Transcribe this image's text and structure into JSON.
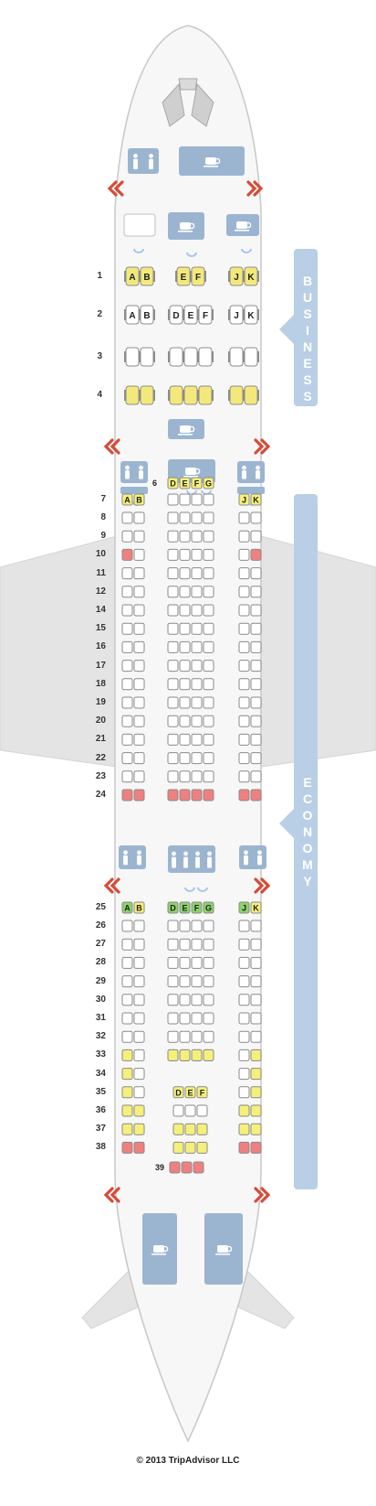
{
  "colors": {
    "fuselage_fill": "#f7f7f7",
    "fuselage_stroke": "#c8c8c8",
    "wing_fill": "#e4e4e4",
    "cabin_band": "#b9cfe6",
    "facility": "#9bb5d1",
    "exit_arrow": "#d64b38",
    "seat_standard": "#ffffff",
    "seat_stroke": "#8a8a8a",
    "seat_yellow": "#f5f07a",
    "seat_red": "#f08080",
    "seat_green": "#8ad46a",
    "business_seat": "#f3e97a",
    "business_stroke": "#8c8c8c"
  },
  "cabins": {
    "business": {
      "label": "BUSINESS",
      "letters": [
        "B",
        "U",
        "S",
        "I",
        "N",
        "E",
        "S",
        "S"
      ]
    },
    "economy": {
      "label": "ECONOMY",
      "letters": [
        "E",
        "C",
        "O",
        "N",
        "O",
        "M",
        "Y"
      ]
    }
  },
  "business_rows": [
    {
      "row": "1",
      "color": "yellow",
      "letters": true
    },
    {
      "row": "2",
      "color": "standard",
      "letters": true
    },
    {
      "row": "3",
      "color": "standard",
      "letters": false
    },
    {
      "row": "4",
      "color": "yellow",
      "letters": false
    }
  ],
  "business_letters": {
    "left": [
      "A",
      "B"
    ],
    "center": [
      "E",
      "F"
    ],
    "center_row2": [
      "D",
      "E",
      "F"
    ],
    "right": [
      "J",
      "K"
    ]
  },
  "economy_front": {
    "first_row": {
      "row": "7",
      "left": [
        "A",
        "B"
      ],
      "right": [
        "J",
        "K"
      ]
    },
    "center_letters": {
      "row": "6",
      "letters": [
        "D",
        "E",
        "F",
        "G"
      ]
    },
    "rows": [
      "8",
      "9",
      "10",
      "11",
      "12",
      "14",
      "15",
      "16",
      "17",
      "18",
      "19",
      "20",
      "21",
      "22",
      "23",
      "24"
    ],
    "red_rows": {
      "10": "outer",
      "24": "all"
    }
  },
  "economy_rear": {
    "first_row": {
      "row": "25",
      "left": [
        "A",
        "B"
      ],
      "center": [
        "D",
        "E",
        "F",
        "G"
      ],
      "right": [
        "J",
        "K"
      ]
    },
    "rows": [
      "26",
      "27",
      "28",
      "29",
      "30",
      "31",
      "32",
      "33",
      "34",
      "35",
      "36",
      "37",
      "38"
    ],
    "center_def": [
      "D",
      "E",
      "F"
    ],
    "last_center_row": "39"
  },
  "facility_icons": {
    "lavatory": "lavatory-icon",
    "galley": "galley-coffee-cup-icon",
    "bassinet": "bassinet-icon",
    "exit": "exit-arrow-icon"
  },
  "copyright": "© 2013 TripAdvisor LLC"
}
